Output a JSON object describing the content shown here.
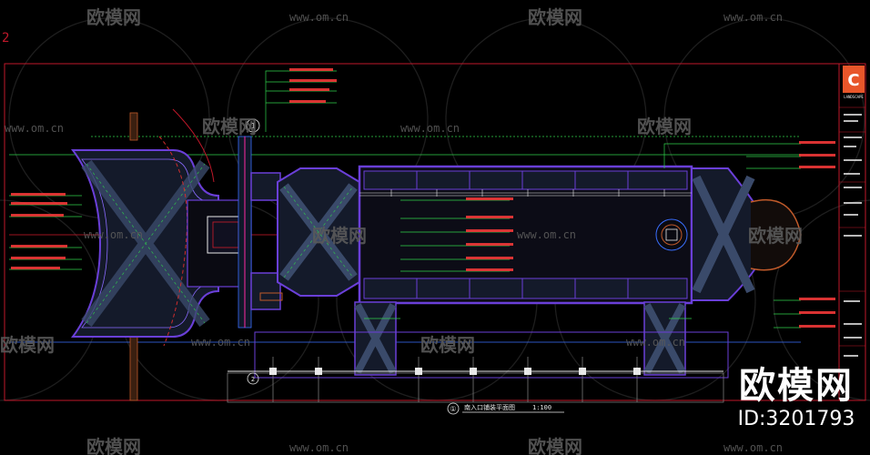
{
  "watermark": {
    "brand": "欧模网",
    "url": "www.om.cn"
  },
  "drawing": {
    "corner_number": "2",
    "scale_label": "1:100",
    "plan_title_prefix": "①",
    "plan_title": "南入口铺装平面图",
    "section_mark_a": "1",
    "section_mark_b": "2",
    "colors": {
      "frame": "#c0182a",
      "paving": "#6a3fd8",
      "leader": "#2fd04a",
      "grid_red": "#d01d2c",
      "callout": "#ff3b3b",
      "white": "#e8e8e8"
    }
  },
  "title_block": {
    "logo_letter": "C",
    "company": "LANDSCAPE"
  },
  "brand_overlay": {
    "name": "欧模网",
    "id": "ID:3201793"
  }
}
